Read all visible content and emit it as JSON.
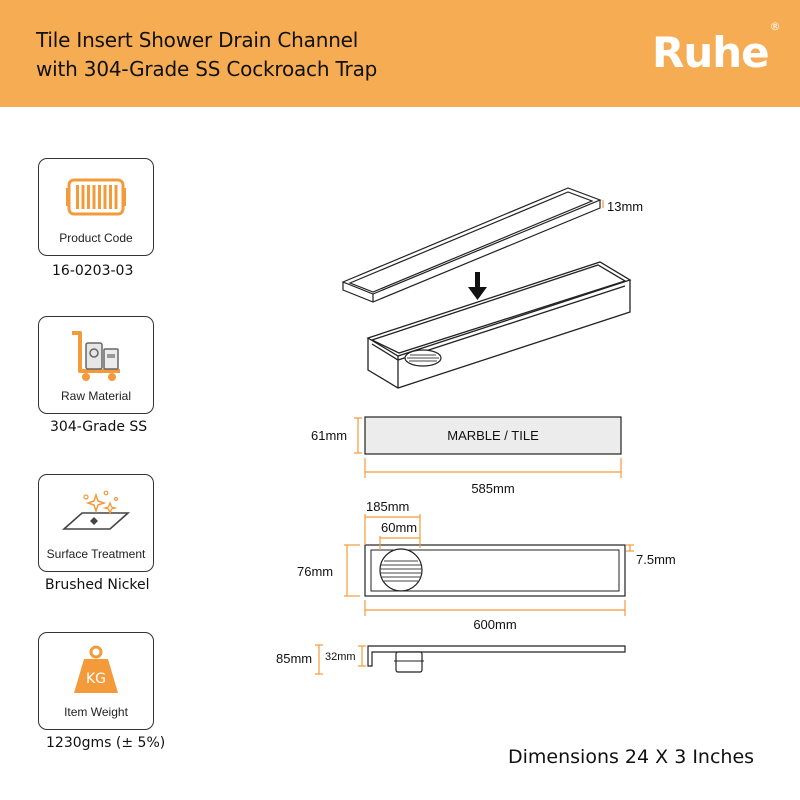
{
  "header": {
    "title_line1": "Tile Insert Shower Drain Channel",
    "title_line2": "with 304-Grade SS Cockroach Trap",
    "brand": "Ruhe",
    "brand_mark": "®"
  },
  "colors": {
    "accent": "#f6ac52",
    "icon": "#f39a3b",
    "text": "#111111",
    "outline": "#333333"
  },
  "specs": [
    {
      "icon": "drain-grate-icon",
      "label": "Product Code",
      "value": "16-0203-03"
    },
    {
      "icon": "material-cart-icon",
      "label": "Raw Material",
      "value": "304-Grade SS"
    },
    {
      "icon": "sparkle-surface-icon",
      "label": "Surface Treatment",
      "value": "Brushed Nickel"
    },
    {
      "icon": "kg-weight-icon",
      "label": "Item Weight",
      "value": "1230gms (± 5%)",
      "icon_text": "KG"
    }
  ],
  "diagram": {
    "insert_height": "13mm",
    "tile_label": "MARBLE / TILE",
    "tile_height": "61mm",
    "tile_length": "585mm",
    "trap_offset": "185mm",
    "trap_diameter": "60mm",
    "channel_width": "76mm",
    "rim_width": "7.5mm",
    "channel_length": "600mm",
    "total_depth": "85mm",
    "channel_depth": "32mm"
  },
  "footer": "Dimensions 24 X 3 Inches"
}
